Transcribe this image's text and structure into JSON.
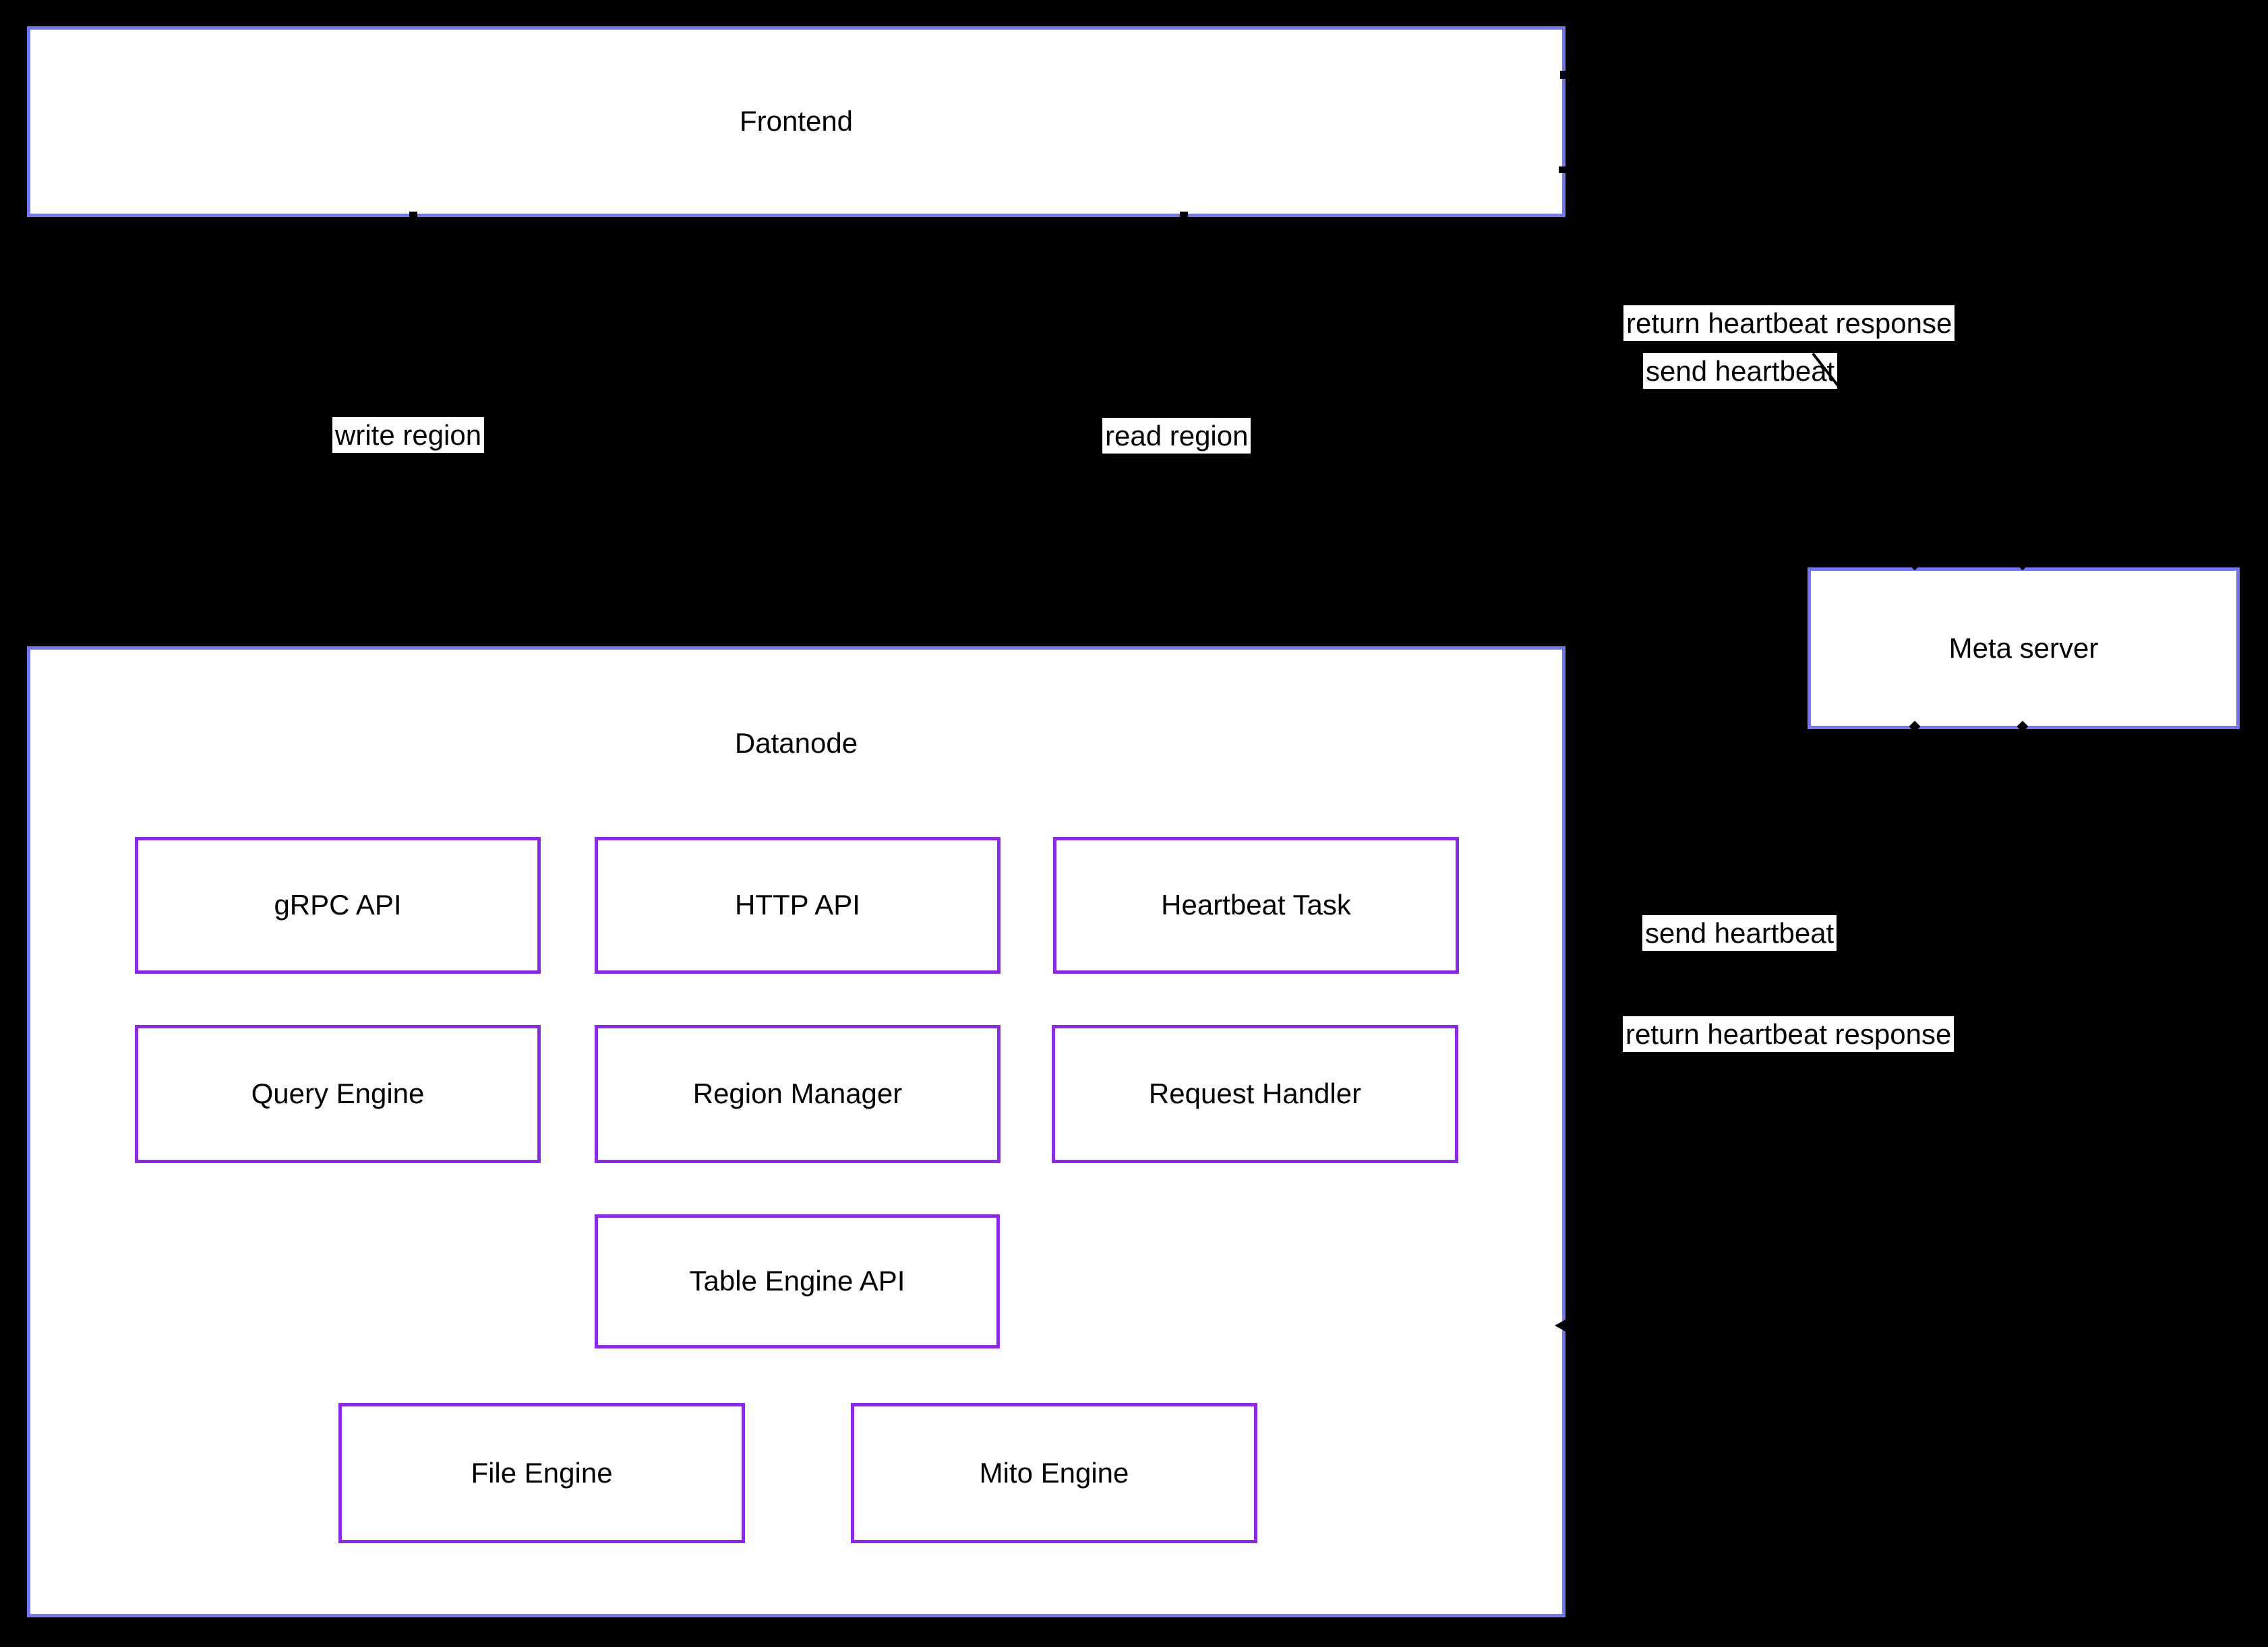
{
  "diagram": {
    "background_color": "#000000",
    "node_fill": "#ffffff",
    "text_color": "#000000",
    "cluster_border_color": "#7478f0",
    "component_border_color": "#8a2be2"
  },
  "nodes": {
    "frontend": {
      "label": "Frontend"
    },
    "datanode": {
      "label": "Datanode"
    },
    "meta_server": {
      "label": "Meta server"
    },
    "components": [
      {
        "id": "grpc-api",
        "label": "gRPC API"
      },
      {
        "id": "http-api",
        "label": "HTTP API"
      },
      {
        "id": "heartbeat-task",
        "label": "Heartbeat Task"
      },
      {
        "id": "query-engine",
        "label": "Query Engine"
      },
      {
        "id": "region-manager",
        "label": "Region Manager"
      },
      {
        "id": "request-handler",
        "label": "Request Handler"
      },
      {
        "id": "table-engine-api",
        "label": "Table Engine API"
      },
      {
        "id": "file-engine",
        "label": "File Engine"
      },
      {
        "id": "mito-engine",
        "label": "Mito Engine"
      }
    ]
  },
  "edges": {
    "write_region": "write region",
    "read_region": "read region",
    "frontend_meta_return": "return heartbeat response",
    "frontend_meta_send": "send heartbeat",
    "datanode_meta_send": "send heartbeat",
    "datanode_meta_return": "return heartbeat response"
  }
}
